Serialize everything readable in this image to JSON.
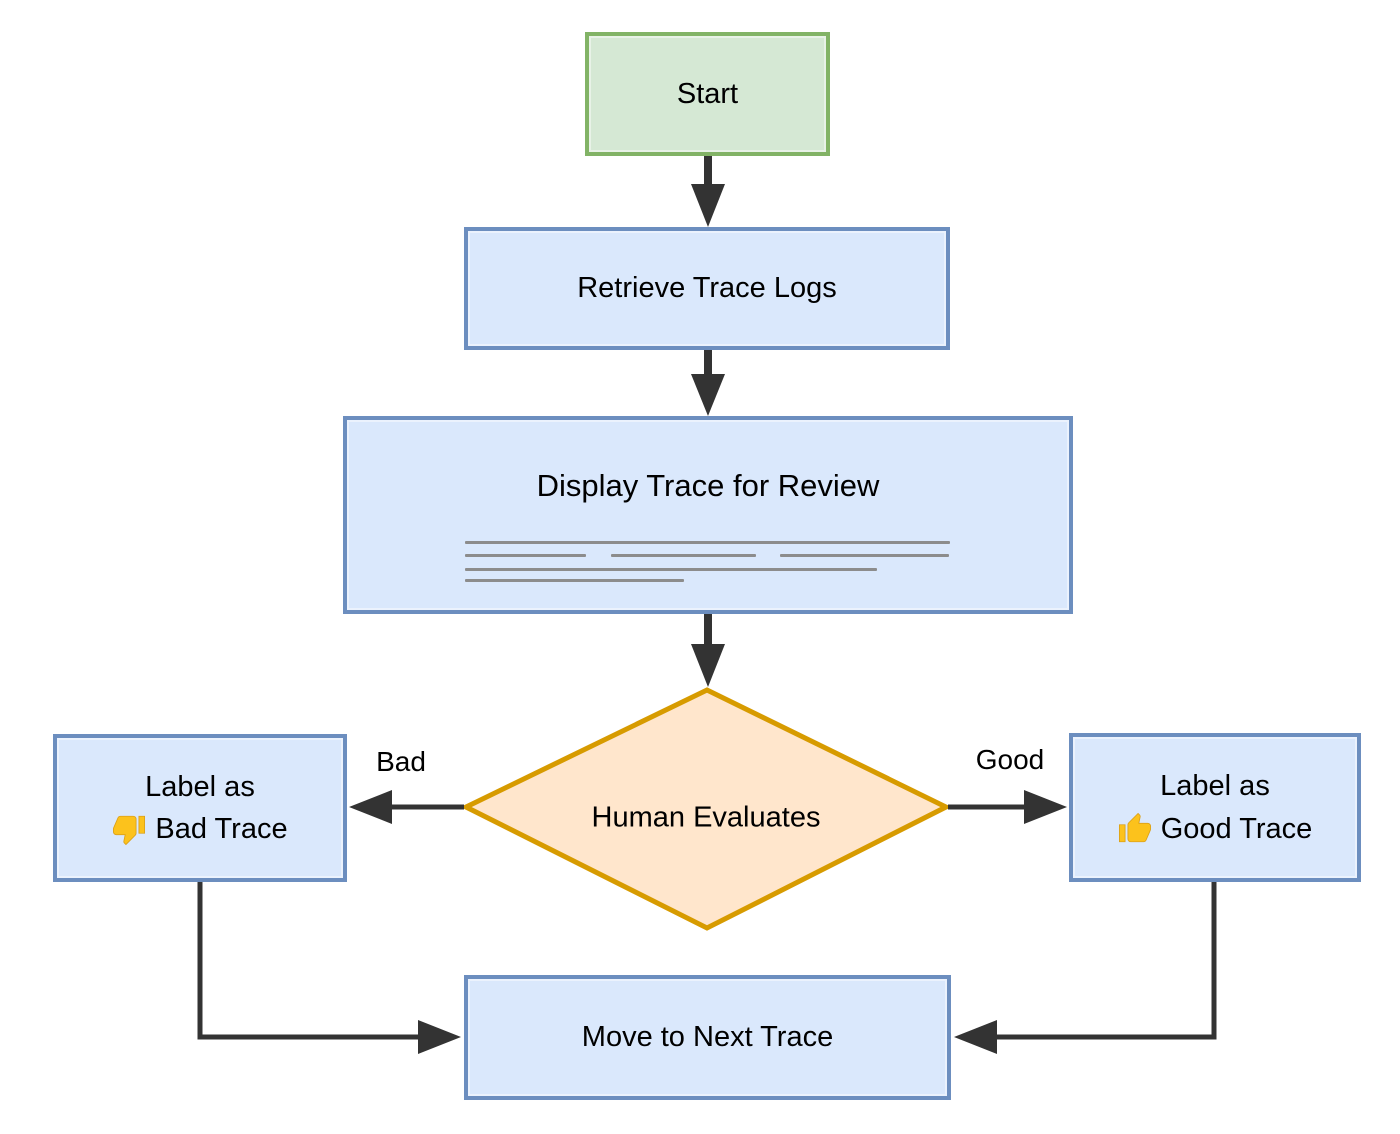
{
  "nodes": {
    "start": {
      "label": "Start"
    },
    "retrieve": {
      "label": "Retrieve Trace Logs"
    },
    "display": {
      "label": "Display Trace for Review"
    },
    "decision": {
      "label": "Human Evaluates"
    },
    "label_bad": {
      "line1": "Label as",
      "line2": "Bad Trace",
      "icon": "thumbs-down-icon",
      "emoji": "👎"
    },
    "label_good": {
      "line1": "Label as",
      "line2": "Good Trace",
      "icon": "thumbs-up-icon",
      "emoji": "👍"
    },
    "next": {
      "label": "Move to Next Trace"
    }
  },
  "edges": {
    "decision_bad_label": "Bad",
    "decision_good_label": "Good"
  },
  "colors": {
    "canvas_bg": "#ffffff",
    "start_fill": "#d5e8d4",
    "start_border": "#82b366",
    "process_fill": "#dae8fc",
    "process_border": "#6c8ebf",
    "decision_fill": "#ffe6cc",
    "decision_border": "#d79b00",
    "arrow": "#333333",
    "text": "#000000",
    "preview_line": "#8c8c8c",
    "emoji_yellow": "#fcc21c"
  }
}
